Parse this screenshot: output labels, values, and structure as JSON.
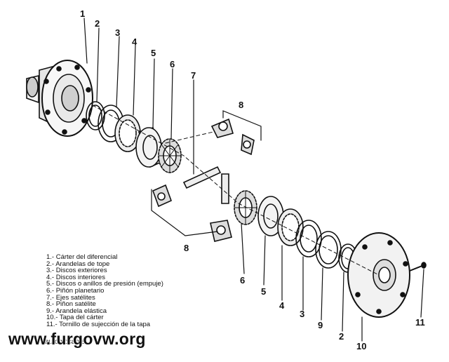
{
  "part_numbers": [
    "1",
    "2",
    "3",
    "4",
    "5",
    "6",
    "7",
    "8",
    "8",
    "6",
    "5",
    "4",
    "3",
    "9",
    "2",
    "10",
    "11"
  ],
  "legend": [
    "1.- Cárter del diferencial",
    "2.- Arandelas de tope",
    "3.- Discos exteriores",
    "4.- Discos interiores",
    "5.- Discos o anillos de presión (empuje)",
    "6.- Piñón planetario",
    "7.- Ejes satélites",
    "8.- Piñon satélite",
    "9.- Arandela elástica",
    "10.- Tapa del cárter",
    "11.- Tornillo de sujección de la tapa"
  ],
  "caption": "autoblocante",
  "watermark": "www.furgovw.org"
}
